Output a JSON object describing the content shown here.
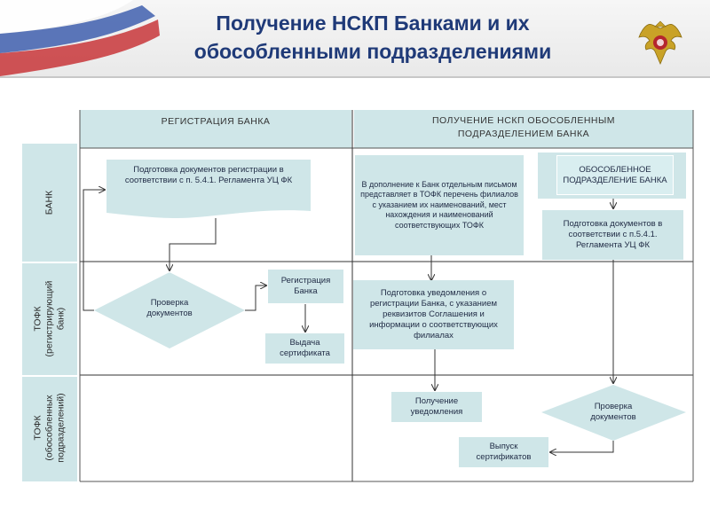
{
  "title": {
    "line1": "Получение НСКП Банками и их",
    "line2": "обособленными подразделениями"
  },
  "colors": {
    "title": "#1f3a78",
    "box_fill": "#cfe6e8",
    "lines": "#333333"
  },
  "columns": {
    "left_header": "РЕГИСТРАЦИЯ БАНКА",
    "right_header_line1": "ПОЛУЧЕНИЕ НСКП ОБОСОБЛЕННЫМ",
    "right_header_line2": "ПОДРАЗДЕЛЕНИЕМ БАНКА"
  },
  "lanes": {
    "bank": "БАНК",
    "tofk_reg_line1": "ТОФК",
    "tofk_reg_line2": "(регистрирующий",
    "tofk_reg_line3": "банк)",
    "tofk_sub_line1": "ТОФК",
    "tofk_sub_line2": "(обособленных",
    "tofk_sub_line3": "подразделений)"
  },
  "nodes": {
    "prep_docs": "Подготовка документов регистрации в соответствии с п. 5.4.1. Регламента УЦ ФК",
    "check_docs_1": "Проверка документов",
    "bank_registration": "Регистрация Банка",
    "issue_certificate": "Выдача сертификата",
    "addition_letter": "В дополнение к Банк отдельным письмом представляет в ТОФК перечень филиалов с указанием их наименований, мест нахождения и наименований соответствующих ТОФК",
    "separate_division": "ОБОСОБЛЕННОЕ ПОДРАЗДЕЛЕНИЕ БАНКА",
    "prep_docs_2": "Подготовка документов в соответствии с п.5.4.1. Регламента УЦ ФК",
    "prep_notice": "Подготовка уведомления о регистрации Банка, с указанием реквизитов Соглашения и информации о соответствующих филиалах",
    "receive_notice": "Получение уведомления",
    "check_docs_2": "Проверка документов",
    "issue_certificates": "Выпуск сертификатов"
  }
}
